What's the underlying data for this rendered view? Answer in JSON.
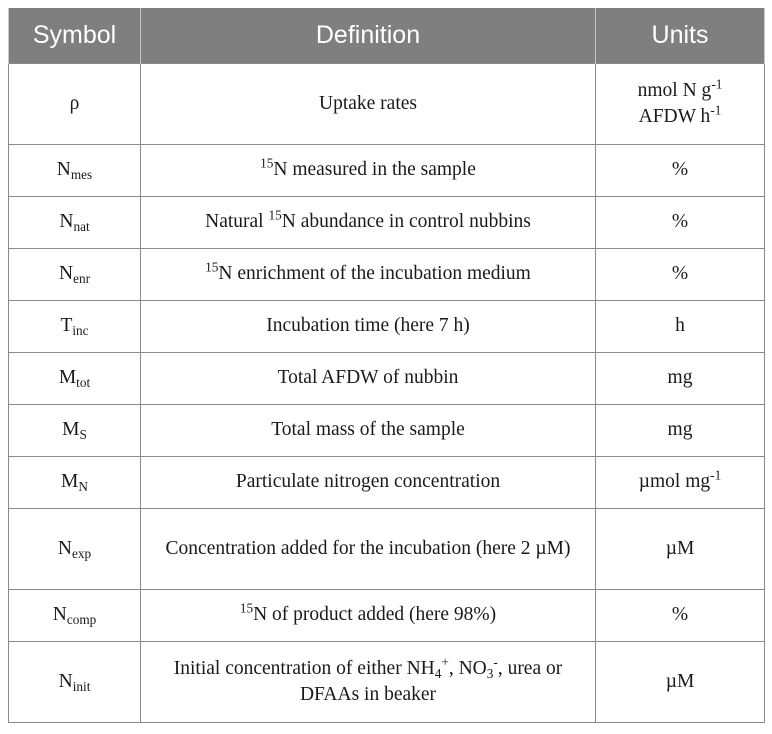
{
  "headers": {
    "symbol": "Symbol",
    "definition": "Definition",
    "units": "Units"
  },
  "rows": [
    {
      "sym_main": "ρ",
      "sym_sub": "",
      "def": [
        {
          "t": "Uptake rates"
        }
      ],
      "units_l1": [
        {
          "t": "nmol N g"
        },
        {
          "t": "-1",
          "sup": true
        }
      ],
      "units_l2": [
        {
          "t": "AFDW h"
        },
        {
          "t": "-1",
          "sup": true
        }
      ]
    },
    {
      "sym_main": "N",
      "sym_sub": "mes",
      "def": [
        {
          "t": "15",
          "sup": true
        },
        {
          "t": "N measured in the sample"
        }
      ],
      "units_l1": [
        {
          "t": "%"
        }
      ],
      "units_l2": []
    },
    {
      "sym_main": "N",
      "sym_sub": "nat",
      "def": [
        {
          "t": "Natural "
        },
        {
          "t": "15",
          "sup": true
        },
        {
          "t": "N abundance in control nubbins"
        }
      ],
      "units_l1": [
        {
          "t": "%"
        }
      ],
      "units_l2": []
    },
    {
      "sym_main": "N",
      "sym_sub": "enr",
      "def": [
        {
          "t": "15",
          "sup": true
        },
        {
          "t": "N enrichment of the incubation medium"
        }
      ],
      "units_l1": [
        {
          "t": "%"
        }
      ],
      "units_l2": []
    },
    {
      "sym_main": "T",
      "sym_sub": "inc",
      "def": [
        {
          "t": "Incubation time (here 7 h)"
        }
      ],
      "units_l1": [
        {
          "t": "h"
        }
      ],
      "units_l2": []
    },
    {
      "sym_main": "M",
      "sym_sub": "tot",
      "def": [
        {
          "t": "Total AFDW of nubbin"
        }
      ],
      "units_l1": [
        {
          "t": "mg"
        }
      ],
      "units_l2": []
    },
    {
      "sym_main": "M",
      "sym_sub": "S",
      "def": [
        {
          "t": "Total mass of the sample"
        }
      ],
      "units_l1": [
        {
          "t": "mg"
        }
      ],
      "units_l2": []
    },
    {
      "sym_main": "M",
      "sym_sub": "N",
      "def": [
        {
          "t": "Particulate nitrogen concentration"
        }
      ],
      "units_l1": [
        {
          "t": "µmol mg"
        },
        {
          "t": "-1",
          "sup": true
        }
      ],
      "units_l2": []
    },
    {
      "sym_main": "N",
      "sym_sub": "exp",
      "def": [
        {
          "t": "Concentration added for the incubation (here 2 µM)"
        }
      ],
      "units_l1": [
        {
          "t": "µM"
        }
      ],
      "units_l2": []
    },
    {
      "sym_main": "N",
      "sym_sub": "comp",
      "def": [
        {
          "t": "15",
          "sup": true
        },
        {
          "t": "N of product added (here 98%)"
        }
      ],
      "units_l1": [
        {
          "t": "%"
        }
      ],
      "units_l2": []
    },
    {
      "sym_main": "N",
      "sym_sub": "init",
      "def": [
        {
          "t": "Initial concentration of either NH"
        },
        {
          "t": "4",
          "sub": true
        },
        {
          "t": "+",
          "sup": true
        },
        {
          "t": ", NO"
        },
        {
          "t": "3",
          "sub": true
        },
        {
          "t": "-",
          "sup": true
        },
        {
          "t": ", urea or DFAAs in beaker"
        }
      ],
      "units_l1": [
        {
          "t": "µM"
        }
      ],
      "units_l2": []
    }
  ]
}
